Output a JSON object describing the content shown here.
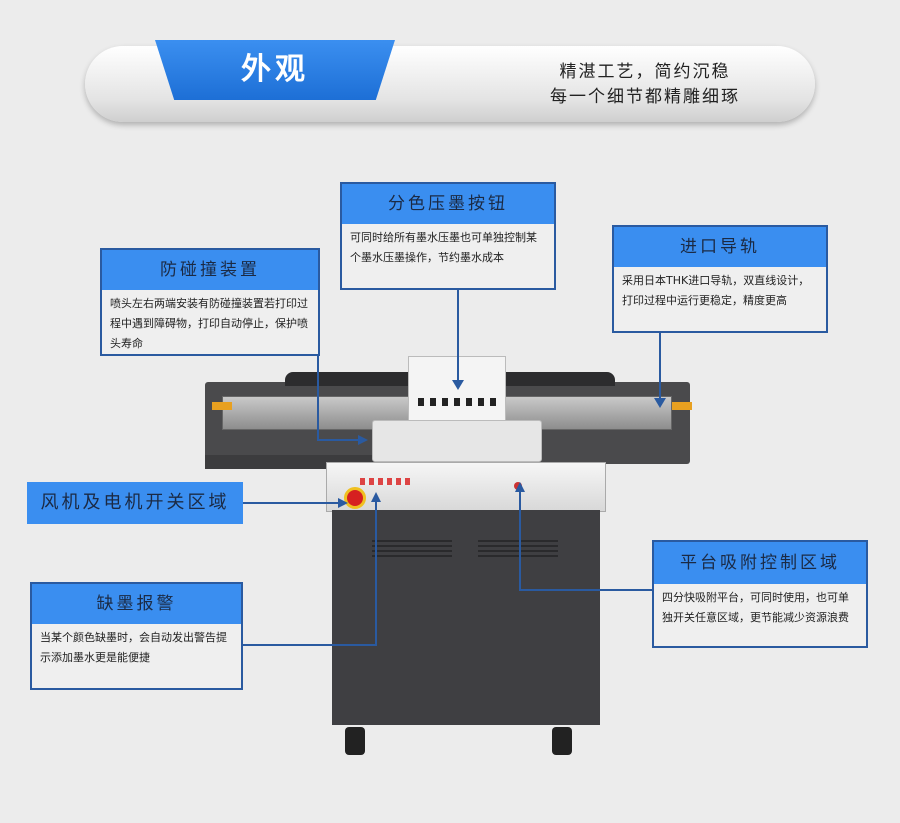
{
  "header": {
    "title": "外观",
    "slogan_line1": "精湛工艺，简约沉稳",
    "slogan_line2": "每一个细节都精雕细琢"
  },
  "callouts": {
    "ink_button": {
      "title": "分色压墨按钮",
      "text": "可同时给所有墨水压墨也可单独控制某个墨水压墨操作，节约墨水成本"
    },
    "anti_collision": {
      "title": "防碰撞装置",
      "text": "喷头左右两端安装有防碰撞装置若打印过程中遇到障碍物，打印自动停止，保护喷头寿命"
    },
    "guide_rail": {
      "title": "进口导轨",
      "text": "采用日本THK进口导轨，双直线设计，打印过程中运行更稳定，精度更高"
    },
    "fan_switch": {
      "title": "风机及电机开关区域"
    },
    "ink_alarm": {
      "title": "缺墨报警",
      "text": "当某个颜色缺墨时，会自动发出警告提示添加墨水更是能便捷"
    },
    "vacuum_control": {
      "title": "平台吸附控制区域",
      "text": "四分快吸附平台，可同时使用，也可单独开关任意区域，更节能减少资源浪费"
    }
  },
  "colors": {
    "accent": "#3a8ef0",
    "line": "#2a5aa0",
    "background": "#ececec"
  }
}
